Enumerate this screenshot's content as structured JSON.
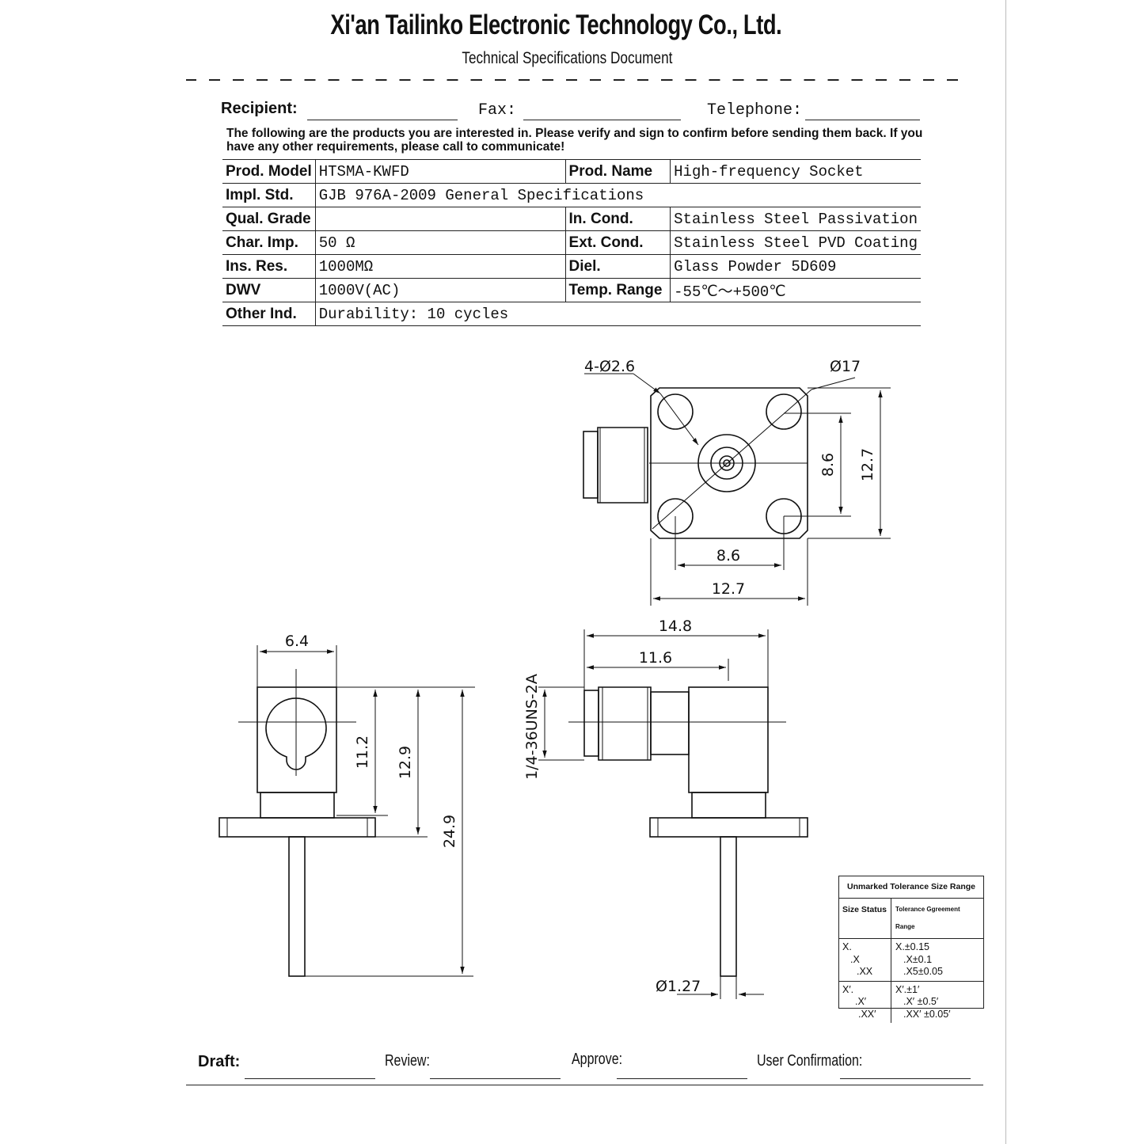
{
  "header": {
    "company": "Xi'an Tailinko Electronic Technology Co., Ltd.",
    "subtitle": "Technical Specifications Document"
  },
  "contact": {
    "recipient_label": "Recipient:",
    "fax_label": "Fax:",
    "telephone_label": "Telephone:"
  },
  "intro": "The following are the products you are interested in. Please verify and sign to confirm before sending them back. If you have any other requirements, please call to communicate!",
  "spec_rows": [
    {
      "k1": "Prod. Model",
      "v1": "HTSMA-KWFD",
      "k2": "Prod. Name",
      "v2": "High-frequency Socket"
    },
    {
      "k1": "Impl. Std.",
      "v1": "GJB 976A-2009 General Specifications",
      "k2": "",
      "v2": ""
    },
    {
      "k1": "Qual. Grade",
      "v1": "",
      "k2": "In. Cond.",
      "v2": "Stainless Steel Passivation"
    },
    {
      "k1": "Char. Imp.",
      "v1": "50 Ω",
      "k2": "Ext. Cond.",
      "v2": "Stainless Steel PVD Coating"
    },
    {
      "k1": "Ins. Res.",
      "v1": "1000MΩ",
      "k2": "Diel.",
      "v2": "Glass Powder 5D609"
    },
    {
      "k1": "DWV",
      "v1": "1000V(AC)",
      "k2": "Temp. Range",
      "v2": "-55℃～+500℃"
    },
    {
      "k1": "Other Ind.",
      "v1": "Durability: 10 cycles",
      "k2": "",
      "v2": ""
    }
  ],
  "drawing": {
    "top_view": {
      "holes": "4-Ø2.6",
      "dia": "Ø17",
      "h_inner": "8.6",
      "h_outer": "12.7",
      "w_inner": "8.6",
      "w_outer": "12.7"
    },
    "front_view": {
      "width": "6.4",
      "h1": "11.2",
      "h2": "12.9",
      "h3": "24.9"
    },
    "side_view": {
      "l1": "14.8",
      "l2": "11.6",
      "thread": "1/4-36UNS-2A",
      "pin": "Ø1.27"
    }
  },
  "tolerance": {
    "title": "Unmarked Tolerance Size Range",
    "col1": "Size Status",
    "col2": "Tolerance Ggreement Range",
    "linear_status": [
      "X.",
      ".X",
      ".XX"
    ],
    "linear_tol": [
      "X.±0.15",
      ".X±0.1",
      ".X5±0.05"
    ],
    "angle_status": [
      "X′.",
      ".X′",
      ".XX′"
    ],
    "angle_tol": [
      "X′.±1′",
      ".X′ ±0.5′",
      ".XX′ ±0.05′"
    ]
  },
  "footer": {
    "draft": "Draft:",
    "review": "Review:",
    "approve": "Approve:",
    "user": "User Confirmation:"
  }
}
